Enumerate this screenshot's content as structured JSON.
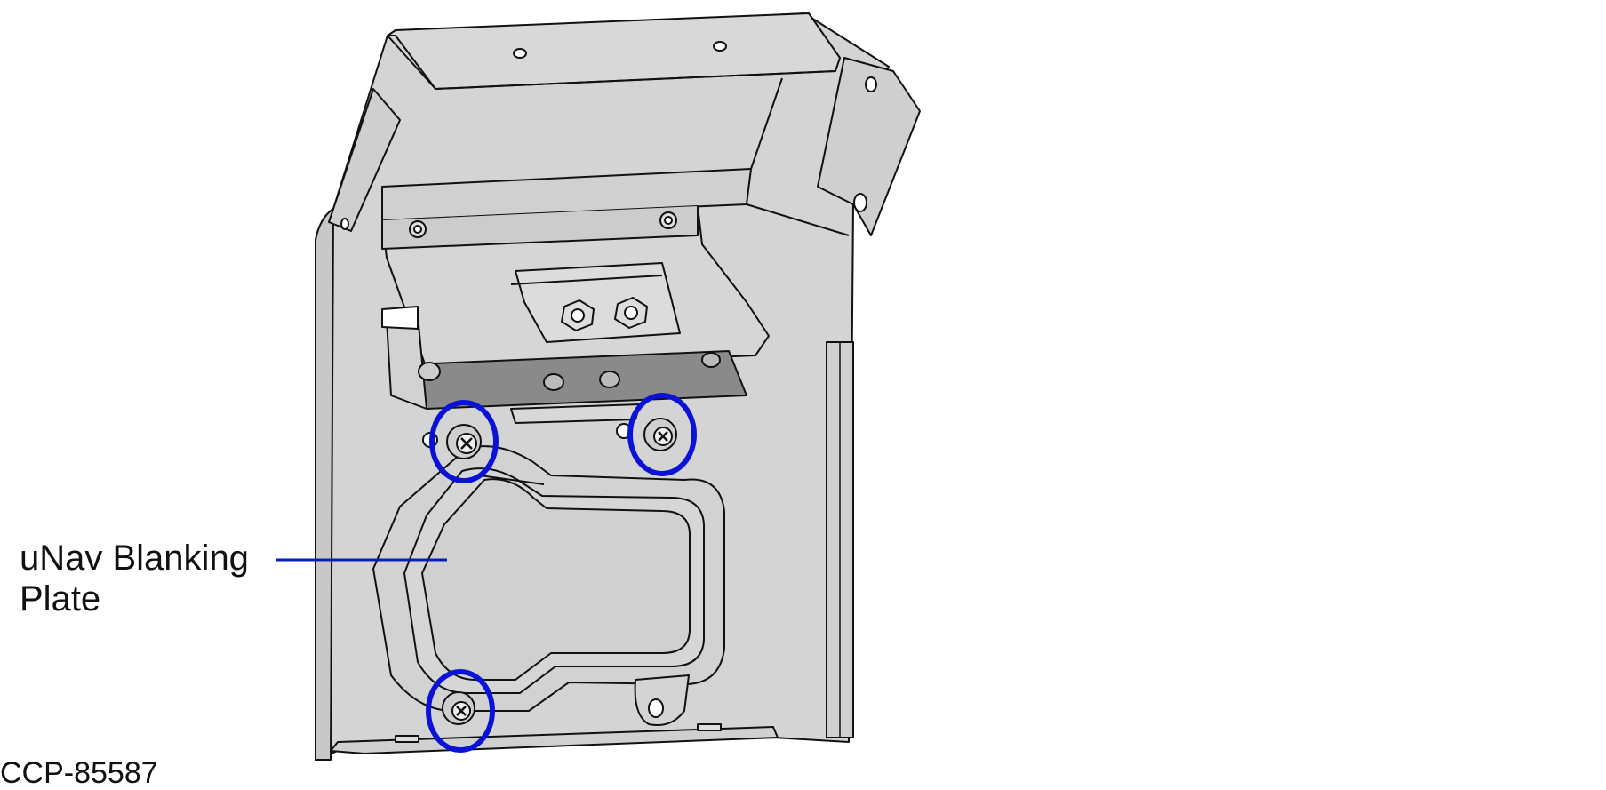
{
  "figure": {
    "callout": {
      "line1": "uNav Blanking",
      "line2": "Plate",
      "leader_color": "#0a1fb5"
    },
    "figure_id": "CCP-85587",
    "highlight": {
      "shape": "circle",
      "color": "#0a12d8",
      "count": 3,
      "marks": [
        "screw-top-left",
        "screw-top-right",
        "screw-bottom-left"
      ]
    },
    "colors": {
      "part_fill": "#d4d4d4",
      "part_fill_dark": "#8a8a8a",
      "outline": "#111111",
      "background": "#ffffff"
    }
  }
}
